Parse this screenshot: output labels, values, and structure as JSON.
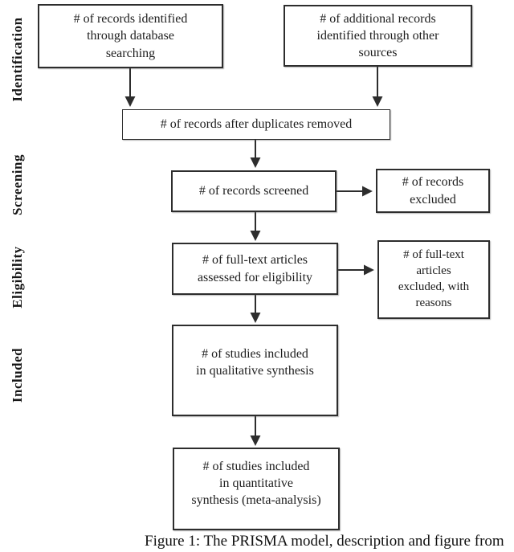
{
  "diagram": {
    "section_labels": [
      {
        "id": "identification",
        "label": "Identification"
      },
      {
        "id": "screening",
        "label": "Screening"
      },
      {
        "id": "eligibility",
        "label": "Eligibility"
      },
      {
        "id": "included",
        "label": "Included"
      }
    ],
    "boxes": {
      "records_identified": "# of records identified\nthrough database\nsearching",
      "additional_records": "# of additional records\nidentified through other\nsources",
      "after_duplicates": "# of records after duplicates removed",
      "records_screened": "# of records screened",
      "records_excluded": "# of records\nexcluded",
      "fulltext_assessed": "# of full-text articles\nassessed for eligibility",
      "fulltext_excluded": "# of full-text\narticles\nexcluded, with\nreasons",
      "qualitative_synthesis": "# of studies included\nin qualitative synthesis",
      "quantitative_synthesis": "# of studies included\nin quantitative\nsynthesis (meta-analysis)"
    },
    "caption": "Figure 1: The PRISMA model, description and figure from",
    "colors": {
      "border": "#2d2d2d",
      "text": "#1d1d1d",
      "background": "#ffffff"
    }
  }
}
